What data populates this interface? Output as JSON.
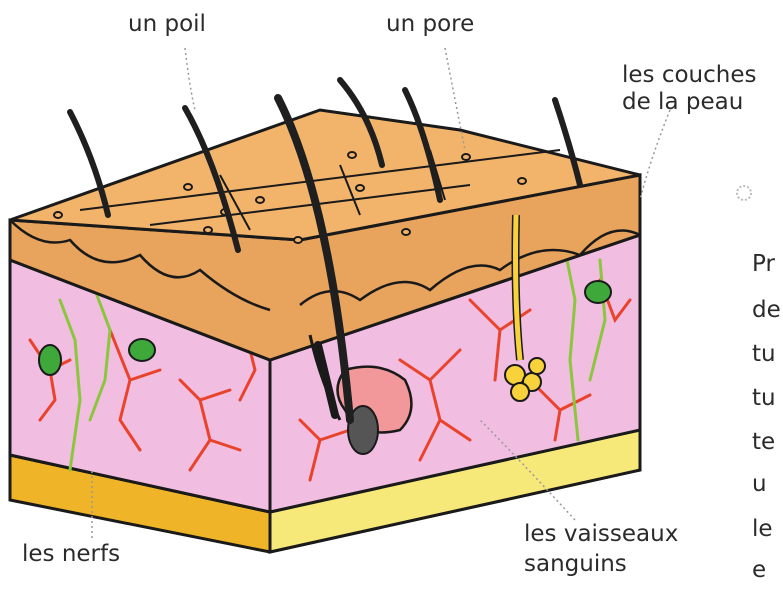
{
  "labels": {
    "hair": "un poil",
    "pore": "un pore",
    "layers_line1": "les couches",
    "layers_line2": "de la peau",
    "nerves": "les nerfs",
    "vessels_line1": "les vaisseaux",
    "vessels_line2": "sanguins"
  },
  "cut_text": [
    "Pr",
    "de",
    "tu",
    "tu",
    "te",
    "u",
    "le",
    "e"
  ],
  "colors": {
    "epidermis_top": "#f2b36b",
    "epidermis_front": "#e8a35c",
    "dermis": "#f1bde0",
    "fat_yellow": "#f7e87a",
    "fat_orange": "#f0b428",
    "vessel": "#e9432b",
    "nerve": "#8cc63e",
    "gland": "#f7d23a",
    "hair": "#1f1f1f",
    "outline": "#1a1a1a"
  }
}
